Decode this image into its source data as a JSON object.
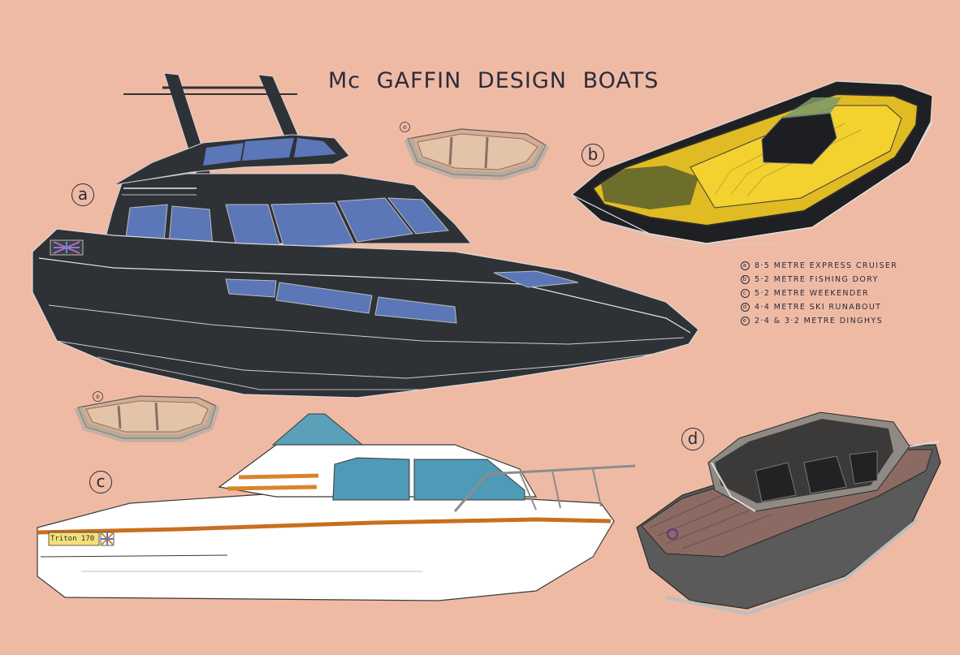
{
  "title": "Mc GAFFIN  DESIGN  BOATS",
  "boat_letters": {
    "a": "a",
    "b": "b",
    "c": "c",
    "d": "d",
    "e": "e"
  },
  "legend": [
    {
      "marker": "a",
      "text": "8·5 METRE  EXPRESS CRUISER"
    },
    {
      "marker": "b",
      "text": "5·2 METRE  FISHING DORY"
    },
    {
      "marker": "c",
      "text": "5·2 METRE  WEEKENDER"
    },
    {
      "marker": "d",
      "text": "4·4 METRE  SKI RUNABOUT"
    },
    {
      "marker": "e",
      "text": "2·4  &  3·2 METRE  DINGHYS"
    }
  ],
  "weekender_name": "Triton 170",
  "colors": {
    "background": "#efbaa4",
    "cruiser_hull": "#2e3136",
    "window_blue": "#5b77b8",
    "dory_deck": "#f1d23a",
    "weekender_stripe": "#d9842a",
    "runabout_deck": "#8a6a62"
  }
}
